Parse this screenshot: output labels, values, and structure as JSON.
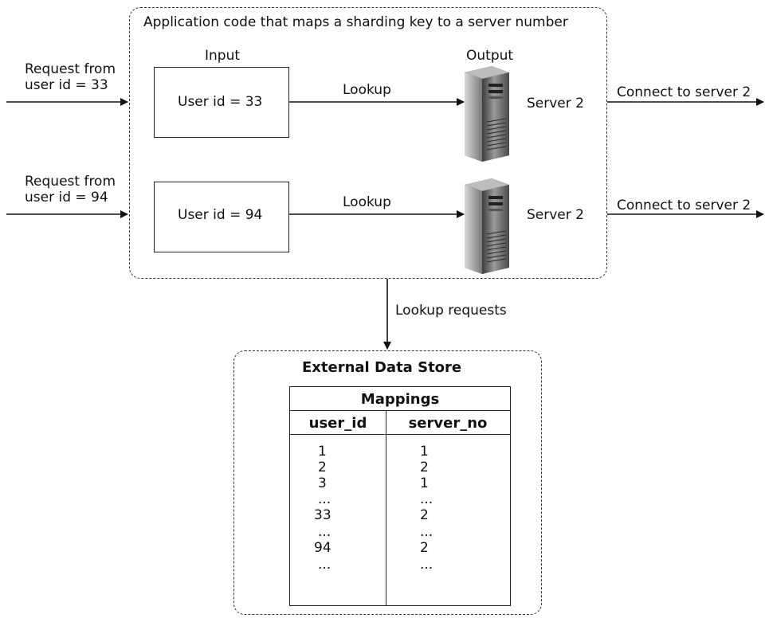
{
  "app_box": {
    "title": "Application code that maps a sharding key to a server number"
  },
  "labels": {
    "input": "Input",
    "output": "Output"
  },
  "requests": [
    {
      "request_line1": "Request from",
      "request_line2": "user id = 33",
      "input_text": "User id = 33",
      "lookup": "Lookup",
      "server": "Server 2",
      "connect": "Connect to server 2"
    },
    {
      "request_line1": "Request from",
      "request_line2": "user id = 94",
      "input_text": "User id = 94",
      "lookup": "Lookup",
      "server": "Server 2",
      "connect": "Connect to server 2"
    }
  ],
  "lookup_requests": "Lookup requests",
  "store": {
    "title": "External Data Store",
    "table_title": "Mappings",
    "columns": [
      "user_id",
      "server_no"
    ],
    "rows": [
      [
        "1",
        "1"
      ],
      [
        "2",
        "2"
      ],
      [
        "3",
        "1"
      ],
      [
        "...",
        "..."
      ],
      [
        "33",
        "2"
      ],
      [
        "...",
        "..."
      ],
      [
        "94",
        "2"
      ],
      [
        "...",
        "..."
      ]
    ]
  },
  "icons": [
    "server-icon",
    "server-icon"
  ]
}
